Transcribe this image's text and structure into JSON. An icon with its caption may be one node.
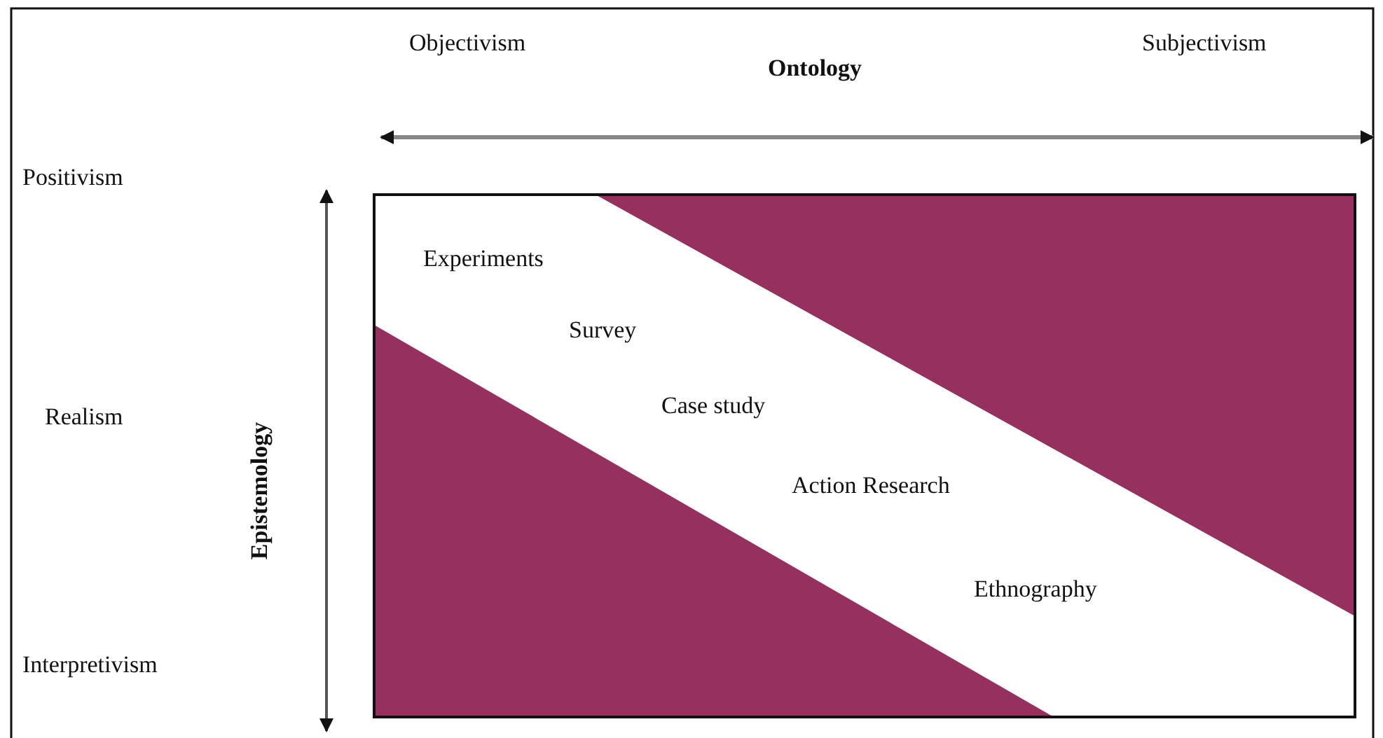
{
  "diagram": {
    "labels": [
      "Objectivism",
      "Ontology",
      "Subjectivism",
      "Positivism",
      "Experiments",
      "Survey",
      "Realism",
      "Epistemology",
      "Case study",
      "Action Research",
      "Ethnography",
      "Interpretivism"
    ]
  }
}
